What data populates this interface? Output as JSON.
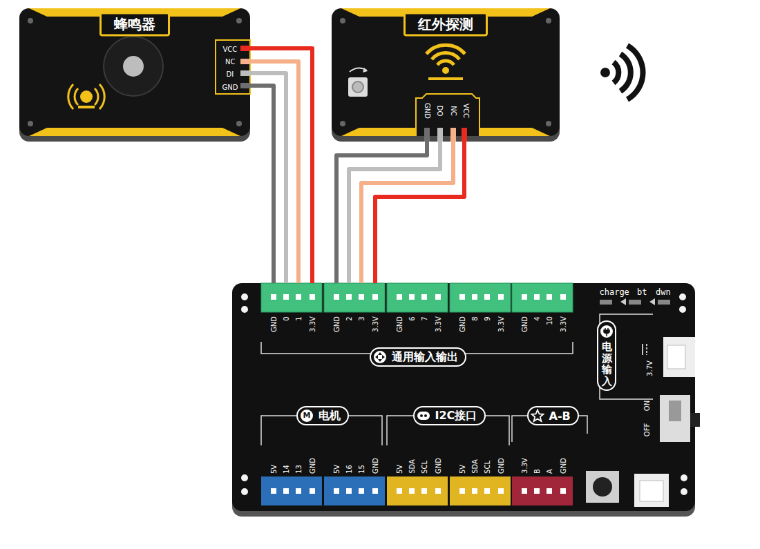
{
  "diagram": {
    "nodes": [
      {
        "text": [
          "蜂鸣器"
        ]
      },
      {
        "text": [
          "红外探测"
        ]
      },
      {
        "text": [
          "charge",
          "bt",
          "dwn"
        ]
      },
      {
        "text": [
          "通用输入输出"
        ],
        "in": 2
      },
      {
        "text": [
          "电机"
        ],
        "in": 2
      },
      {
        "text": [
          "I2C接口"
        ],
        "in": 2
      },
      {
        "text": [
          "A-B"
        ],
        "in": 2
      },
      {
        "text": [
          "电源输入"
        ],
        "in": 2
      }
    ],
    "edges": [
      {
        "from": 0,
        "to": 2,
        "arrow": "none"
      },
      {
        "from": 0,
        "to": 2,
        "arrow": "none"
      },
      {
        "from": 0,
        "to": 2,
        "arrow": "none"
      },
      {
        "from": 0,
        "to": 2,
        "arrow": "none"
      },
      {
        "from": 1,
        "to": 2,
        "arrow": "none"
      },
      {
        "from": 1,
        "to": 2,
        "arrow": "none"
      },
      {
        "from": 1,
        "to": 2,
        "arrow": "none"
      },
      {
        "from": 1,
        "to": 2,
        "arrow": "none"
      }
    ],
    "labels": [
      "VCC",
      "NC",
      "DI",
      "GND",
      "GND",
      "DO",
      "NC",
      "VCC",
      "GND",
      "0",
      "1",
      "3.3V",
      "GND",
      "2",
      "3",
      "3.3V",
      "GND",
      "6",
      "7",
      "3.3V",
      "GND",
      "8",
      "9",
      "3.3V",
      "GND",
      "4",
      "10",
      "3.3V",
      "5V",
      "14",
      "13",
      "GND",
      "5V",
      "16",
      "15",
      "GND",
      "5V",
      "SDA",
      "SCL",
      "GND",
      "5V",
      "SDA",
      "SCL",
      "GND",
      "3.3V",
      "B",
      "A",
      "GND",
      "3.7V",
      "ON",
      "OFF",
      "M"
    ]
  }
}
